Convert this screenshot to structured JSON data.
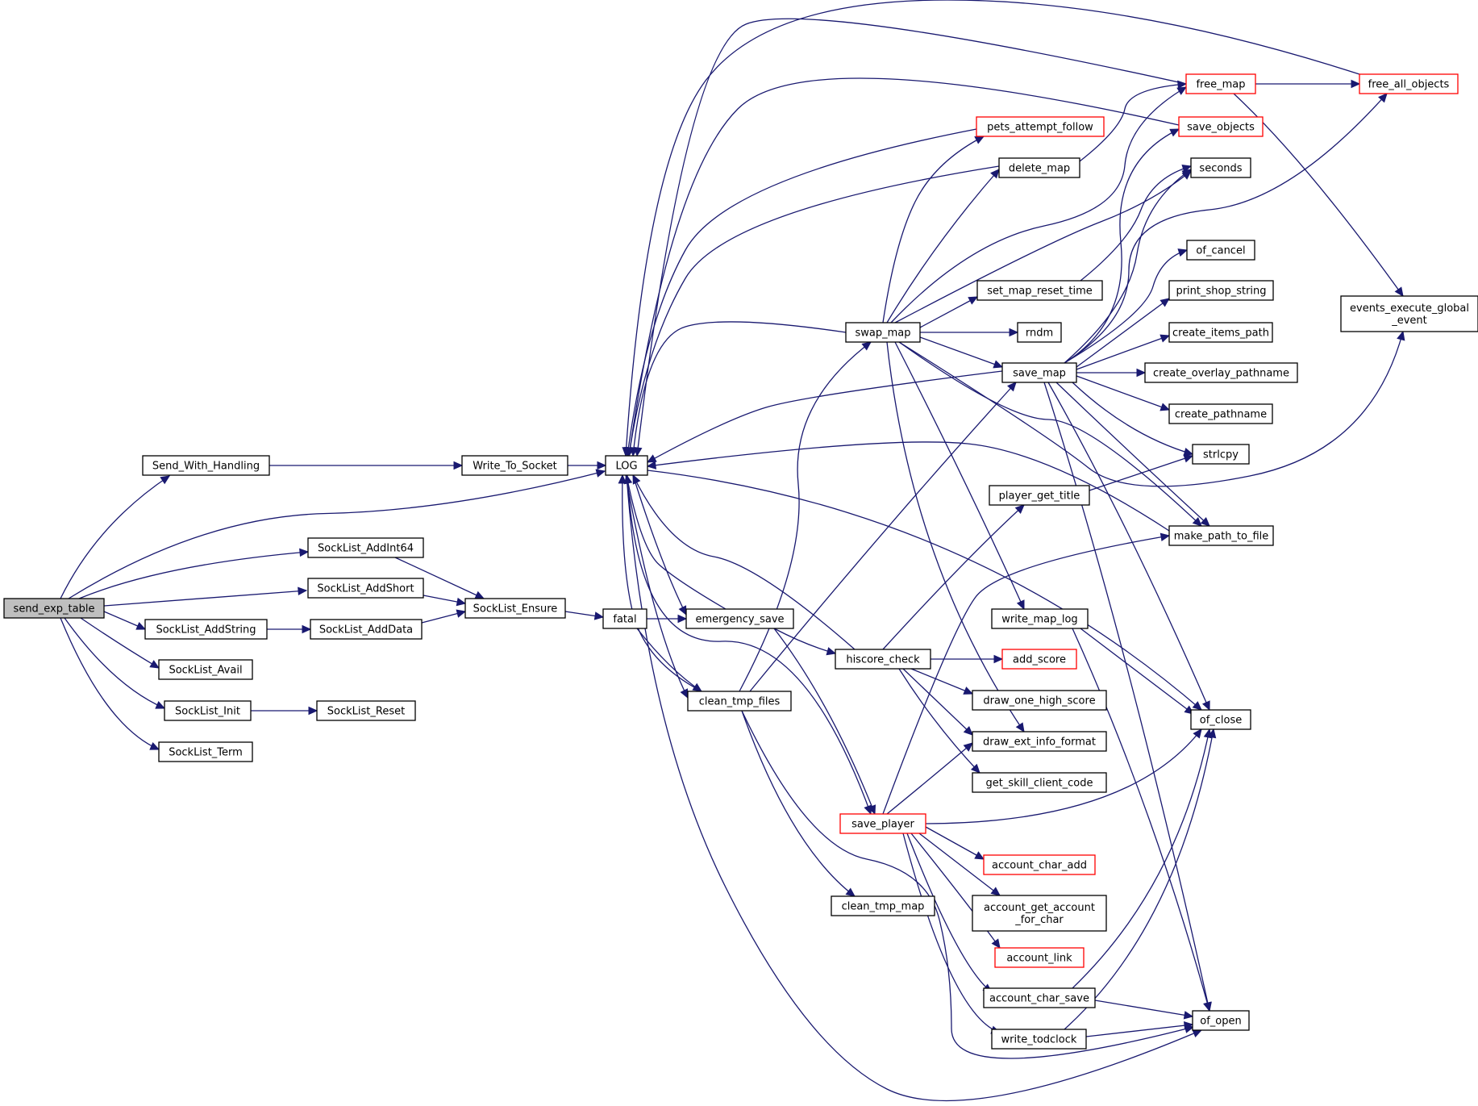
{
  "graph": {
    "colors": {
      "edge": "#191970",
      "node_border": "#000000",
      "partial_node_border": "#ff0000",
      "root_fill": "#bfbfbf",
      "node_fill": "#ffffff"
    },
    "nodes": [
      {
        "id": "send_exp_table",
        "label": "send_exp_table",
        "style": "root"
      },
      {
        "id": "Send_With_Handling",
        "label": "Send_With_Handling"
      },
      {
        "id": "Write_To_Socket",
        "label": "Write_To_Socket"
      },
      {
        "id": "LOG",
        "label": "LOG"
      },
      {
        "id": "SockList_AddInt64",
        "label": "SockList_AddInt64"
      },
      {
        "id": "SockList_AddShort",
        "label": "SockList_AddShort"
      },
      {
        "id": "SockList_Ensure",
        "label": "SockList_Ensure"
      },
      {
        "id": "SockList_AddString",
        "label": "SockList_AddString"
      },
      {
        "id": "SockList_AddData",
        "label": "SockList_AddData"
      },
      {
        "id": "SockList_Avail",
        "label": "SockList_Avail"
      },
      {
        "id": "SockList_Init",
        "label": "SockList_Init"
      },
      {
        "id": "SockList_Reset",
        "label": "SockList_Reset"
      },
      {
        "id": "SockList_Term",
        "label": "SockList_Term"
      },
      {
        "id": "fatal",
        "label": "fatal"
      },
      {
        "id": "emergency_save",
        "label": "emergency_save"
      },
      {
        "id": "clean_tmp_files",
        "label": "clean_tmp_files"
      },
      {
        "id": "clean_tmp_map",
        "label": "clean_tmp_map"
      },
      {
        "id": "swap_map",
        "label": "swap_map"
      },
      {
        "id": "hiscore_check",
        "label": "hiscore_check"
      },
      {
        "id": "save_player",
        "label": "save_player",
        "style": "partial"
      },
      {
        "id": "pets_attempt_follow",
        "label": "pets_attempt_follow",
        "style": "partial"
      },
      {
        "id": "delete_map",
        "label": "delete_map"
      },
      {
        "id": "set_map_reset_time",
        "label": "set_map_reset_time"
      },
      {
        "id": "rndm",
        "label": "rndm"
      },
      {
        "id": "save_map",
        "label": "save_map"
      },
      {
        "id": "player_get_title",
        "label": "player_get_title"
      },
      {
        "id": "write_map_log",
        "label": "write_map_log"
      },
      {
        "id": "add_score",
        "label": "add_score",
        "style": "partial"
      },
      {
        "id": "draw_one_high_score",
        "label": "draw_one_high_score"
      },
      {
        "id": "draw_ext_info_format",
        "label": "draw_ext_info_format"
      },
      {
        "id": "get_skill_client_code",
        "label": "get_skill_client_code"
      },
      {
        "id": "account_char_add",
        "label": "account_char_add",
        "style": "partial"
      },
      {
        "id": "account_get_account_for_char",
        "label": "account_get_account\n_for_char"
      },
      {
        "id": "account_link",
        "label": "account_link",
        "style": "partial"
      },
      {
        "id": "account_char_save",
        "label": "account_char_save"
      },
      {
        "id": "write_todclock",
        "label": "write_todclock"
      },
      {
        "id": "free_map",
        "label": "free_map",
        "style": "partial"
      },
      {
        "id": "save_objects",
        "label": "save_objects",
        "style": "partial"
      },
      {
        "id": "seconds",
        "label": "seconds"
      },
      {
        "id": "of_cancel",
        "label": "of_cancel"
      },
      {
        "id": "print_shop_string",
        "label": "print_shop_string"
      },
      {
        "id": "create_items_path",
        "label": "create_items_path"
      },
      {
        "id": "create_overlay_pathname",
        "label": "create_overlay_pathname"
      },
      {
        "id": "create_pathname",
        "label": "create_pathname"
      },
      {
        "id": "strlcpy",
        "label": "strlcpy"
      },
      {
        "id": "make_path_to_file",
        "label": "make_path_to_file"
      },
      {
        "id": "of_close",
        "label": "of_close"
      },
      {
        "id": "of_open",
        "label": "of_open"
      },
      {
        "id": "free_all_objects",
        "label": "free_all_objects",
        "style": "partial"
      },
      {
        "id": "events_execute_global_event",
        "label": "events_execute_global\n_event"
      }
    ],
    "edges": [
      [
        "send_exp_table",
        "Send_With_Handling"
      ],
      [
        "send_exp_table",
        "LOG"
      ],
      [
        "send_exp_table",
        "SockList_AddInt64"
      ],
      [
        "send_exp_table",
        "SockList_AddShort"
      ],
      [
        "send_exp_table",
        "SockList_AddString"
      ],
      [
        "send_exp_table",
        "SockList_Avail"
      ],
      [
        "send_exp_table",
        "SockList_Init"
      ],
      [
        "send_exp_table",
        "SockList_Term"
      ],
      [
        "Send_With_Handling",
        "Write_To_Socket"
      ],
      [
        "Write_To_Socket",
        "LOG"
      ],
      [
        "SockList_AddInt64",
        "SockList_Ensure"
      ],
      [
        "SockList_AddShort",
        "SockList_Ensure"
      ],
      [
        "SockList_AddString",
        "SockList_AddData"
      ],
      [
        "SockList_AddData",
        "SockList_Ensure"
      ],
      [
        "SockList_Init",
        "SockList_Reset"
      ],
      [
        "SockList_Ensure",
        "fatal"
      ],
      [
        "fatal",
        "emergency_save"
      ],
      [
        "fatal",
        "clean_tmp_files"
      ],
      [
        "emergency_save",
        "LOG"
      ],
      [
        "emergency_save",
        "hiscore_check"
      ],
      [
        "emergency_save",
        "save_player"
      ],
      [
        "clean_tmp_files",
        "LOG"
      ],
      [
        "clean_tmp_files",
        "swap_map"
      ],
      [
        "clean_tmp_files",
        "save_map"
      ],
      [
        "clean_tmp_files",
        "clean_tmp_map"
      ],
      [
        "clean_tmp_files",
        "of_open"
      ],
      [
        "LOG",
        "emergency_save"
      ],
      [
        "LOG",
        "clean_tmp_files"
      ],
      [
        "LOG",
        "save_player"
      ],
      [
        "LOG",
        "of_close"
      ],
      [
        "LOG",
        "of_open"
      ],
      [
        "swap_map",
        "LOG"
      ],
      [
        "swap_map",
        "pets_attempt_follow"
      ],
      [
        "swap_map",
        "delete_map"
      ],
      [
        "swap_map",
        "free_map"
      ],
      [
        "swap_map",
        "seconds"
      ],
      [
        "swap_map",
        "set_map_reset_time"
      ],
      [
        "swap_map",
        "rndm"
      ],
      [
        "swap_map",
        "save_map"
      ],
      [
        "swap_map",
        "write_map_log"
      ],
      [
        "swap_map",
        "draw_ext_info_format"
      ],
      [
        "swap_map",
        "make_path_to_file"
      ],
      [
        "swap_map",
        "events_execute_global_event"
      ],
      [
        "hiscore_check",
        "LOG"
      ],
      [
        "hiscore_check",
        "player_get_title"
      ],
      [
        "hiscore_check",
        "add_score"
      ],
      [
        "hiscore_check",
        "draw_one_high_score"
      ],
      [
        "hiscore_check",
        "draw_ext_info_format"
      ],
      [
        "hiscore_check",
        "get_skill_client_code"
      ],
      [
        "save_player",
        "make_path_to_file"
      ],
      [
        "save_player",
        "draw_ext_info_format"
      ],
      [
        "save_player",
        "of_close"
      ],
      [
        "save_player",
        "account_char_add"
      ],
      [
        "save_player",
        "account_get_account_for_char"
      ],
      [
        "save_player",
        "account_link"
      ],
      [
        "save_player",
        "account_char_save"
      ],
      [
        "save_player",
        "write_todclock"
      ],
      [
        "pets_attempt_follow",
        "LOG"
      ],
      [
        "delete_map",
        "LOG"
      ],
      [
        "delete_map",
        "free_map"
      ],
      [
        "set_map_reset_time",
        "seconds"
      ],
      [
        "save_map",
        "LOG"
      ],
      [
        "save_map",
        "save_objects"
      ],
      [
        "save_map",
        "seconds"
      ],
      [
        "save_map",
        "free_all_objects"
      ],
      [
        "save_map",
        "of_cancel"
      ],
      [
        "save_map",
        "print_shop_string"
      ],
      [
        "save_map",
        "create_items_path"
      ],
      [
        "save_map",
        "create_overlay_pathname"
      ],
      [
        "save_map",
        "create_pathname"
      ],
      [
        "save_map",
        "strlcpy"
      ],
      [
        "save_map",
        "make_path_to_file"
      ],
      [
        "save_map",
        "of_close"
      ],
      [
        "save_map",
        "of_open"
      ],
      [
        "player_get_title",
        "strlcpy"
      ],
      [
        "write_map_log",
        "of_close"
      ],
      [
        "write_map_log",
        "of_open"
      ],
      [
        "account_char_save",
        "of_close"
      ],
      [
        "account_char_save",
        "of_open"
      ],
      [
        "write_todclock",
        "of_close"
      ],
      [
        "write_todclock",
        "of_open"
      ],
      [
        "free_map",
        "LOG"
      ],
      [
        "free_map",
        "free_all_objects"
      ],
      [
        "free_map",
        "events_execute_global_event"
      ],
      [
        "save_objects",
        "LOG"
      ],
      [
        "free_all_objects",
        "LOG"
      ],
      [
        "make_path_to_file",
        "LOG"
      ]
    ]
  }
}
